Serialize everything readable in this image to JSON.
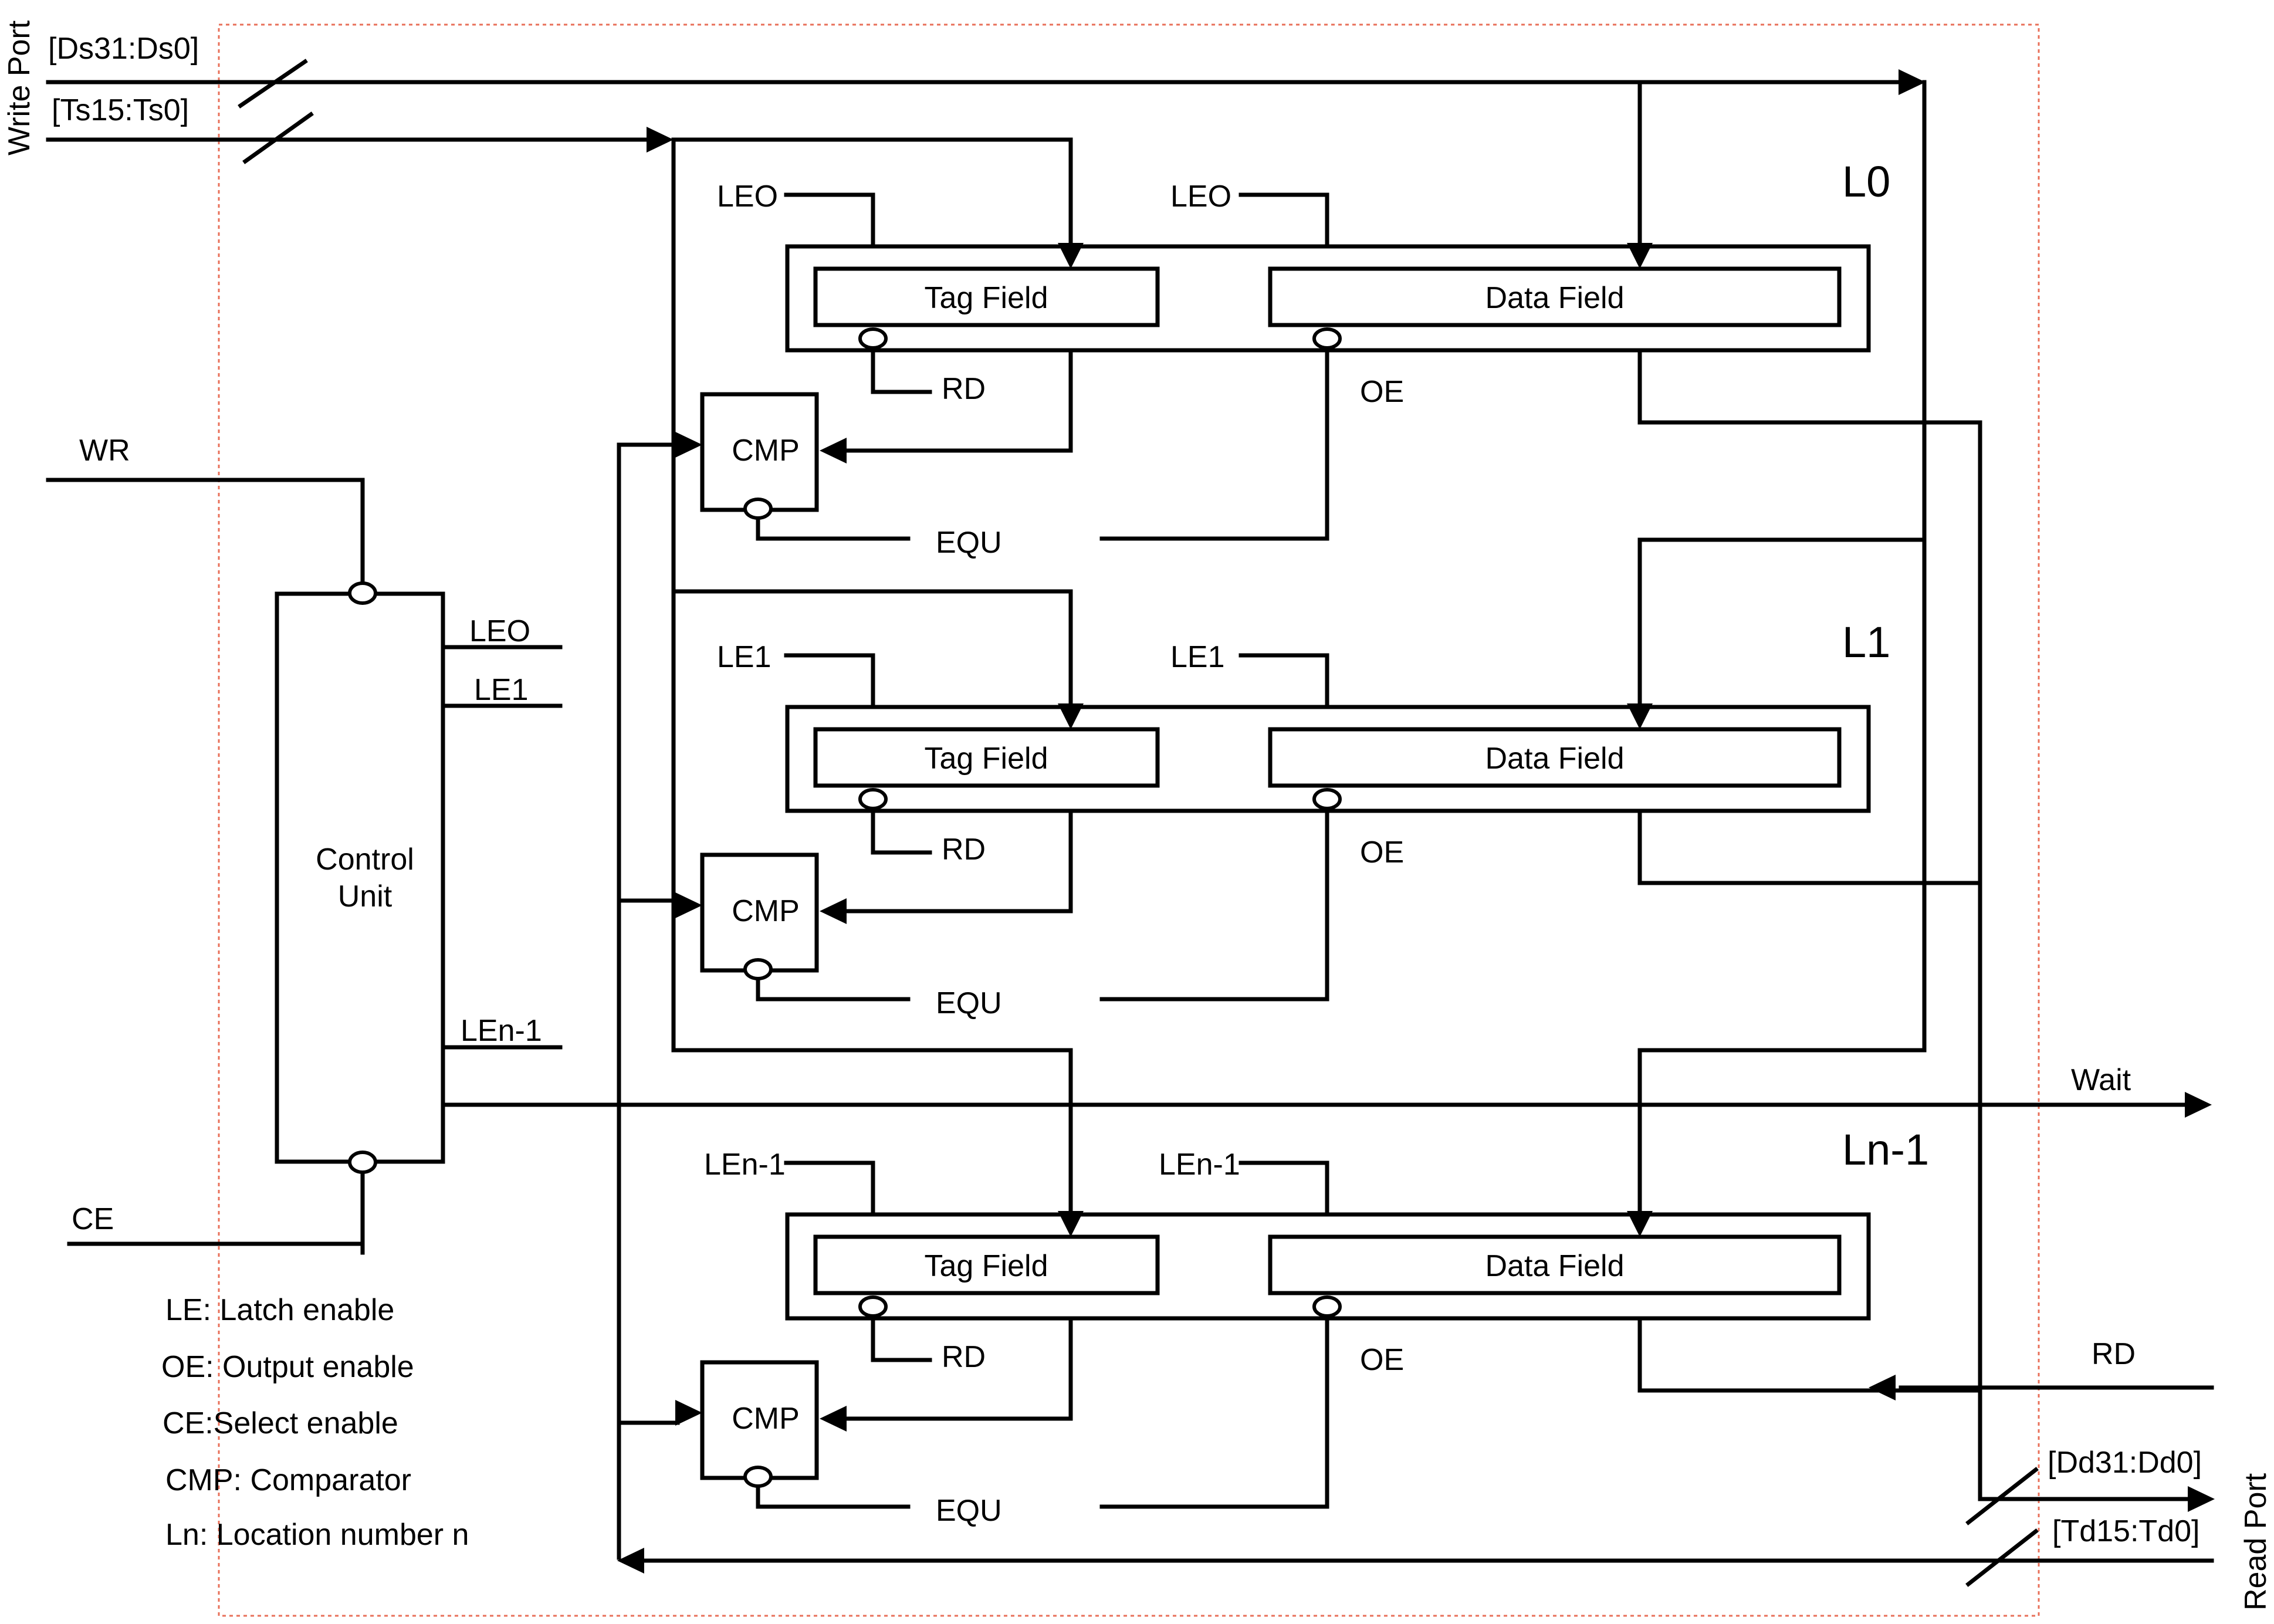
{
  "labels": {
    "write_port": "Write Port",
    "read_port": "Read Port",
    "ds_bus": "[Ds31:Ds0]",
    "ts_bus": "[Ts15:Ts0]",
    "dd_bus": "[Dd31:Dd0]",
    "td_bus": "[Td15:Td0]",
    "wr": "WR",
    "ce": "CE",
    "wait": "Wait",
    "rd_in": "RD",
    "control_unit_line1": "Control",
    "control_unit_line2": "Unit",
    "cu_le0": "LEO",
    "cu_le1": "LE1",
    "cu_len1": "LEn-1"
  },
  "locations": [
    {
      "name": "L0",
      "tag_le": "LEO",
      "data_le": "LEO",
      "tag_field": "Tag Field",
      "data_field": "Data Field",
      "rd": "RD",
      "oe": "OE",
      "cmp": "CMP",
      "equ": "EQU"
    },
    {
      "name": "L1",
      "tag_le": "LE1",
      "data_le": "LE1",
      "tag_field": "Tag Field",
      "data_field": "Data Field",
      "rd": "RD",
      "oe": "OE",
      "cmp": "CMP",
      "equ": "EQU"
    },
    {
      "name": "Ln-1",
      "tag_le": "LEn-1",
      "data_le": "LEn-1",
      "tag_field": "Tag Field",
      "data_field": "Data Field",
      "rd": "RD",
      "oe": "OE",
      "cmp": "CMP",
      "equ": "EQU"
    }
  ],
  "legend": [
    "LE: Latch enable",
    "OE: Output enable",
    "CE:Select enable",
    "CMP: Comparator",
    "Ln: Location number n"
  ]
}
